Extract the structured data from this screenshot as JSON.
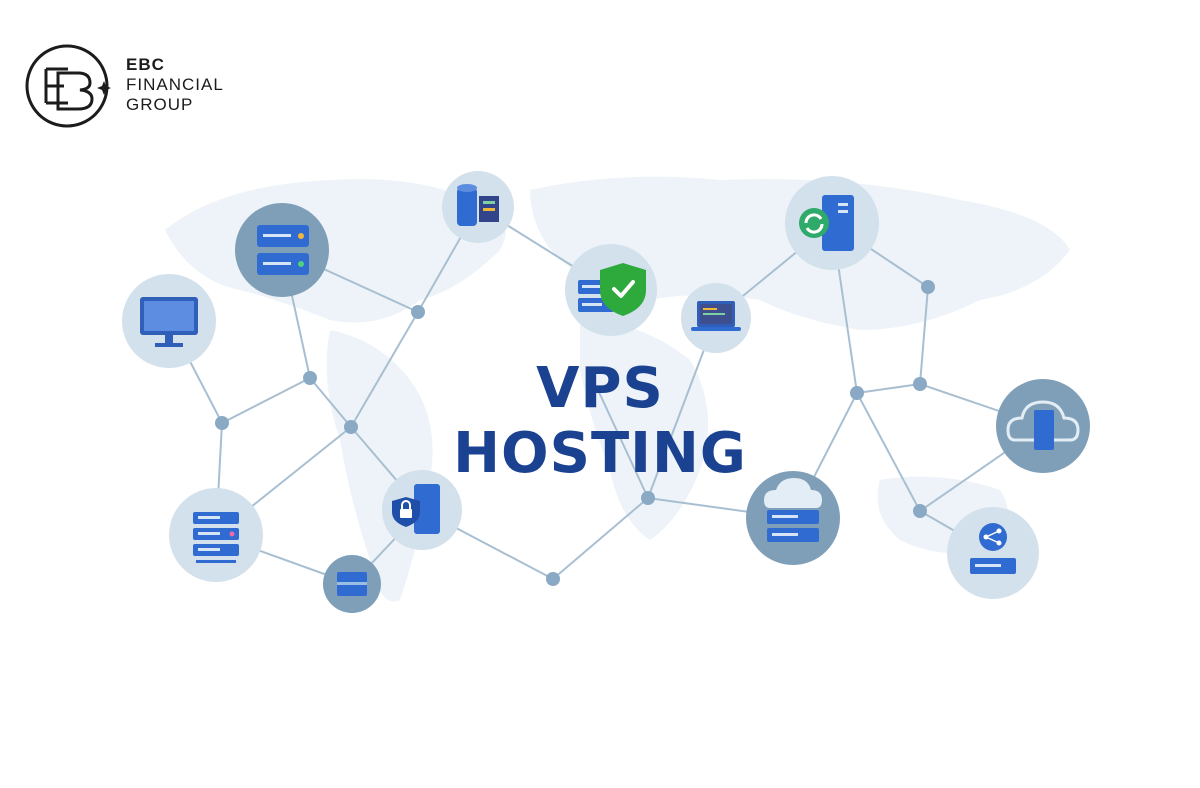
{
  "brand": {
    "line1": "EBC",
    "line2": "FINANCIAL",
    "line3": "GROUP"
  },
  "headline": "VPS HOSTING",
  "colors": {
    "title": "#1a4290",
    "node_fill": "#c9d9e6",
    "node_fill_dark": "#7f9fb9",
    "line": "#a8bfd2",
    "icon_blue": "#2f6bd0",
    "shield_green": "#2eaa3d",
    "map": "#e9f0f6"
  },
  "icons": [
    "monitor-icon",
    "server-rack-icon",
    "database-server-icon",
    "shield-check-icon",
    "laptop-icon",
    "refresh-server-icon",
    "cloud-server-icon",
    "share-server-icon",
    "security-server-icon",
    "storage-icon"
  ]
}
